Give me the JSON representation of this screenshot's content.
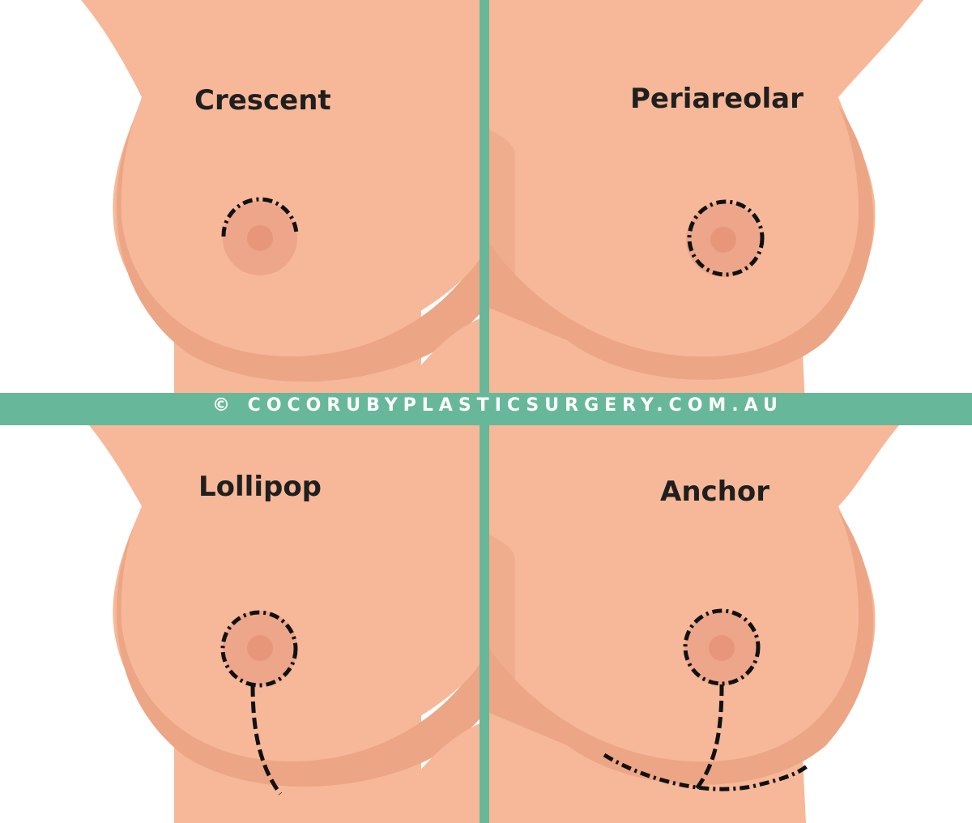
{
  "colors": {
    "skin": "#f6b898",
    "skin_shadow": "#eca585",
    "areola": "#eda68a",
    "nipple": "#e8967a",
    "divider": "#67b89a",
    "incision": "#111111",
    "label_text": "#1f1f1f",
    "banner_text": "#ffffff"
  },
  "panels": [
    {
      "id": "crescent",
      "label": "Crescent",
      "incision": "crescent-arc"
    },
    {
      "id": "periareolar",
      "label": "Periareolar",
      "incision": "full-circle"
    },
    {
      "id": "lollipop",
      "label": "Lollipop",
      "incision": "circle-with-vertical-line"
    },
    {
      "id": "anchor",
      "label": "Anchor",
      "incision": "circle-vertical-and-inframammary"
    }
  ],
  "watermark": {
    "symbol": "©",
    "text": "COCORUBYPLASTICSURGERY.COM.AU"
  }
}
